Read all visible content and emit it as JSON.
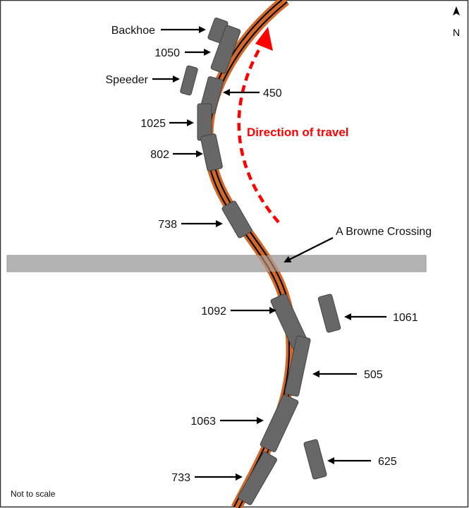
{
  "compass": {
    "label": "N"
  },
  "note": "Not to scale",
  "direction_label": "Direction of travel",
  "crossing_label": "A Browne Crossing",
  "colors": {
    "track": "#d2692a",
    "rail": "#000000",
    "car": "#676767",
    "crossing": "#b3b3b3",
    "direction": "#ff0000"
  },
  "vehicles": [
    {
      "label": "Backhoe"
    },
    {
      "label": "1050"
    },
    {
      "label": "Speeder"
    },
    {
      "label": "450"
    },
    {
      "label": "1025"
    },
    {
      "label": "802"
    },
    {
      "label": "738"
    },
    {
      "label": "1092"
    },
    {
      "label": "1061"
    },
    {
      "label": "505"
    },
    {
      "label": "1063"
    },
    {
      "label": "625"
    },
    {
      "label": "733"
    }
  ]
}
